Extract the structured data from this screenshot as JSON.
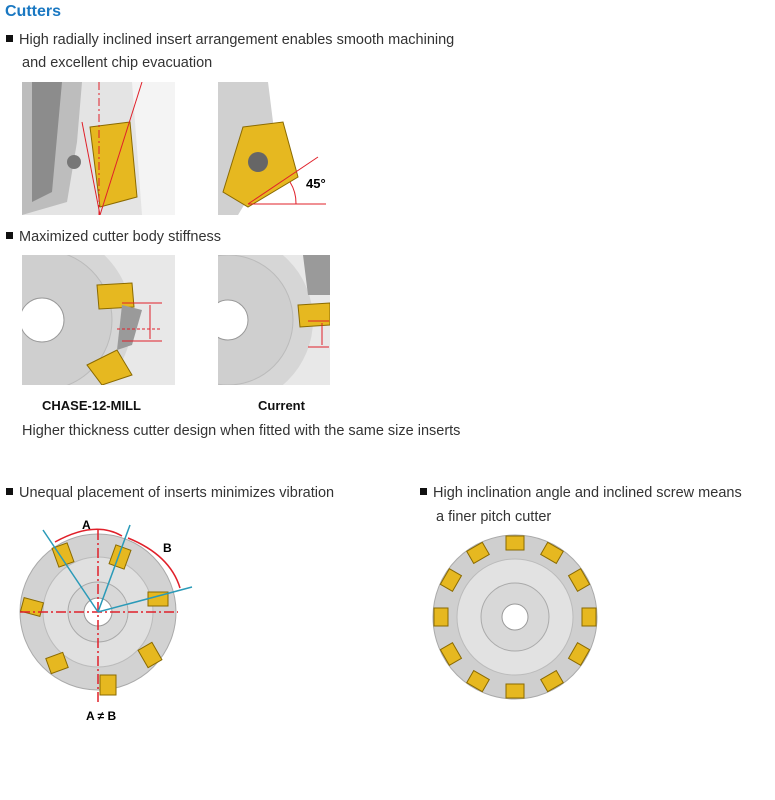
{
  "title": "Cutters",
  "section1": {
    "line1": "High radially inclined insert arrangement enables smooth machining",
    "line2": "and excellent chip evacuation",
    "angle_label": "45°"
  },
  "section2": {
    "bullet": "Maximized cutter body stiffness",
    "caption_left": "CHASE-12-MILL",
    "caption_right": "Current",
    "note": "Higher thickness cutter design when fitted with the same size inserts"
  },
  "section3": {
    "bullet": "Unequal placement of inserts minimizes vibration",
    "label_a": "A",
    "label_b": "B",
    "inequality": "A ≠ B"
  },
  "section4": {
    "line1": "High inclination angle and inclined screw means",
    "line2": "a finer pitch cutter"
  },
  "colors": {
    "title": "#1a78c2",
    "insert": "#e6b820",
    "red_line": "#e0202a",
    "blue_arrow": "#2a9ab8"
  }
}
